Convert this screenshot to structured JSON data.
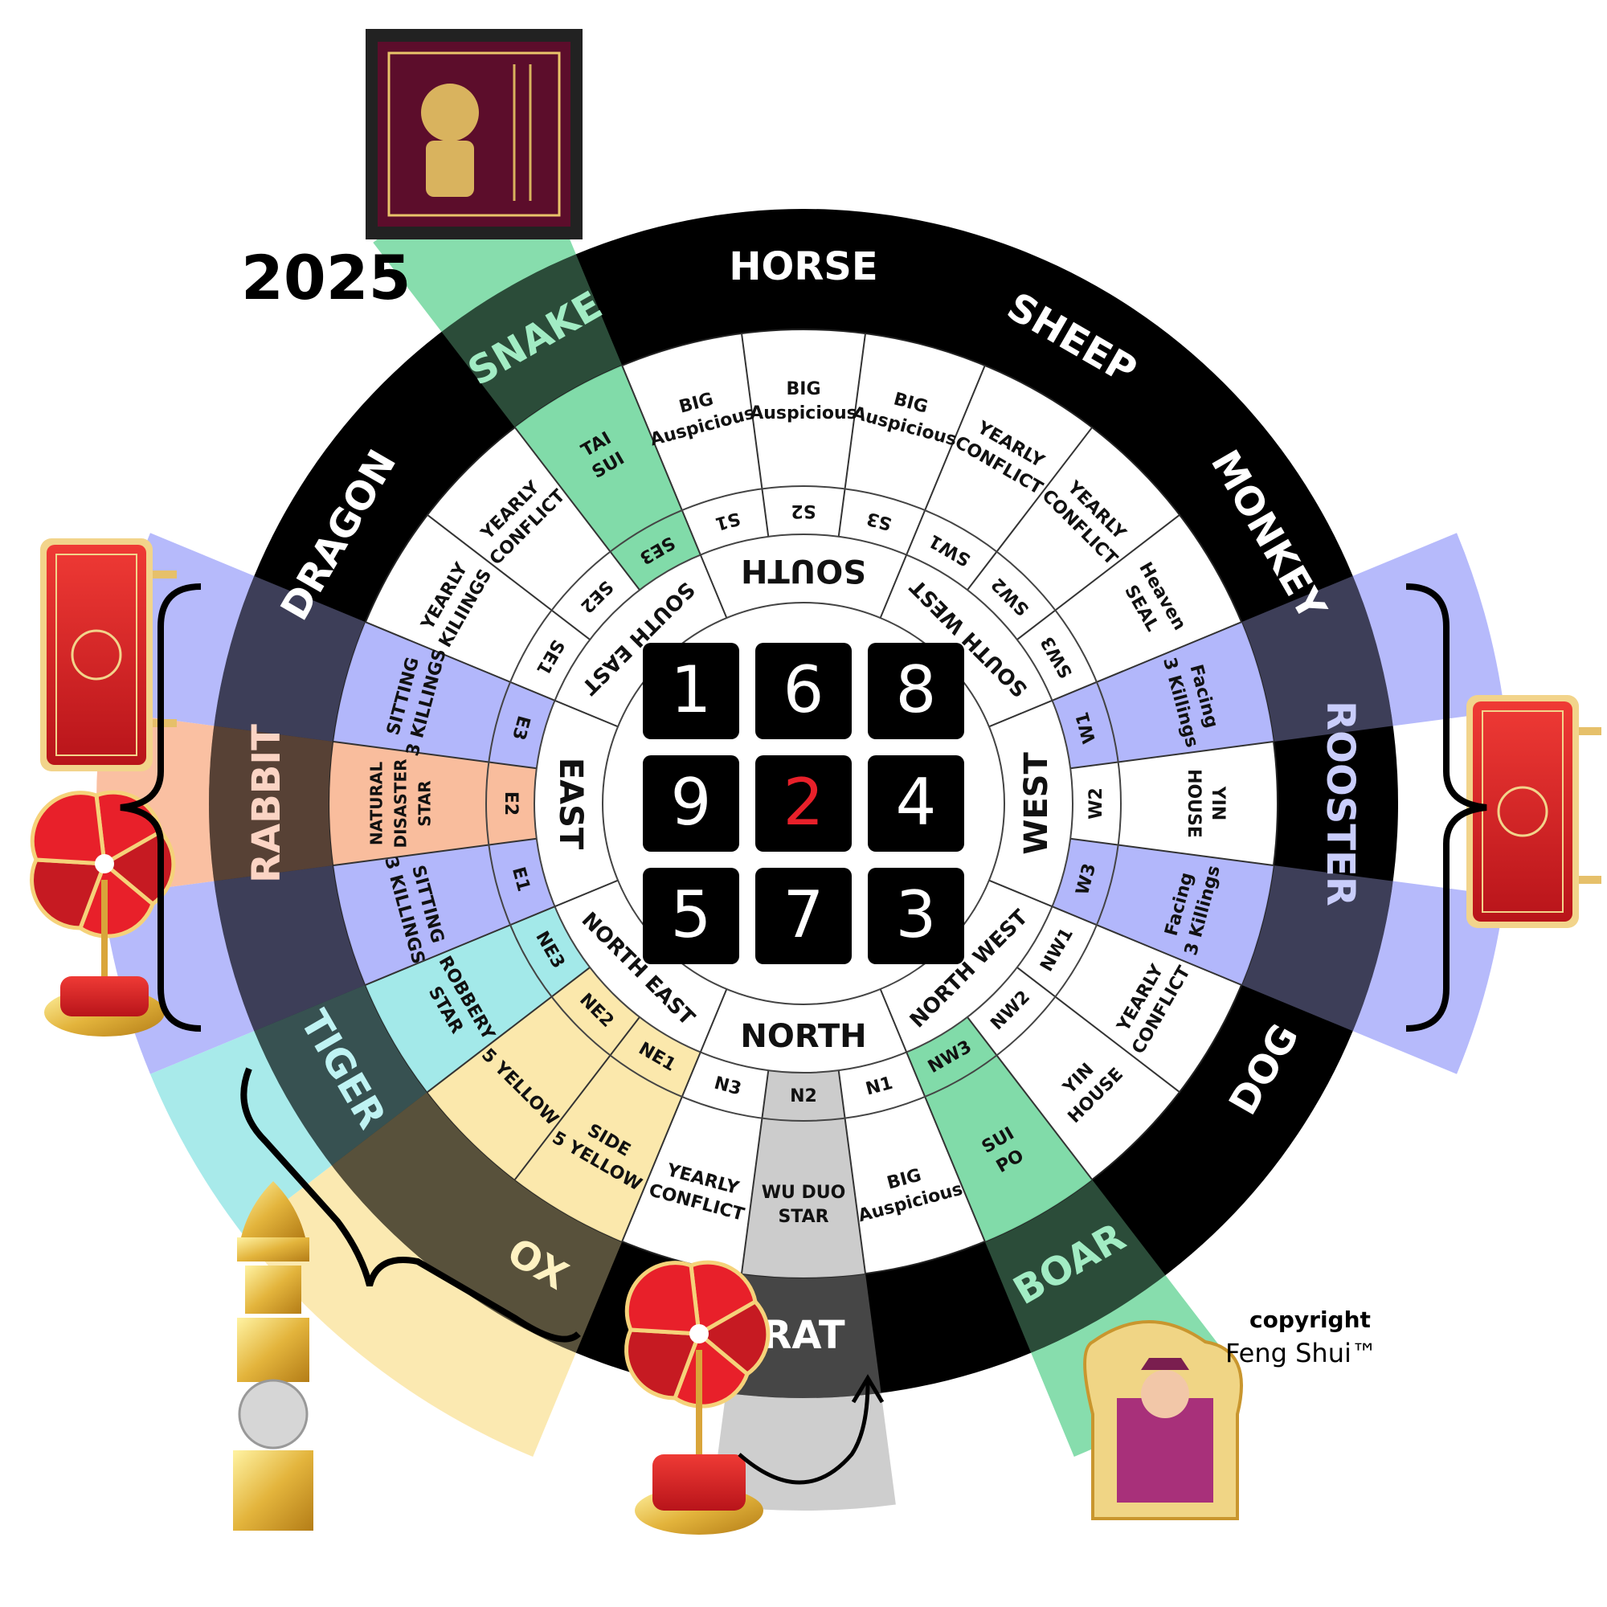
{
  "year_label": "2025",
  "copyright": {
    "line1": "copyright",
    "line2": "Feng Shui™"
  },
  "animals": [
    {
      "name": "HORSE",
      "deg": 0,
      "color": "#ffffff"
    },
    {
      "name": "SHEEP",
      "deg": 30,
      "color": "#ffffff"
    },
    {
      "name": "MONKEY",
      "deg": 60,
      "color": "#ffffff"
    },
    {
      "name": "ROOSTER",
      "deg": 90,
      "color": "#c9cdfb"
    },
    {
      "name": "DOG",
      "deg": 120,
      "color": "#ffffff"
    },
    {
      "name": "BOAR",
      "deg": 150,
      "color": "#a2ecc4"
    },
    {
      "name": "RAT",
      "deg": 180,
      "color": "#ffffff"
    },
    {
      "name": "OX",
      "deg": 210,
      "color": "#fff2c2"
    },
    {
      "name": "TIGER",
      "deg": 240,
      "color": "#bff3f3"
    },
    {
      "name": "RABBIT",
      "deg": 270,
      "color": "#fbd4c4"
    },
    {
      "name": "DRAGON",
      "deg": 300,
      "color": "#ffffff"
    },
    {
      "name": "SNAKE",
      "deg": 330,
      "color": "#a2ecc4"
    }
  ],
  "sectors": [
    {
      "code": "S1",
      "deg": -15,
      "lines": [
        "BIG",
        "Auspicious"
      ]
    },
    {
      "code": "S2",
      "deg": 0,
      "lines": [
        "BIG",
        "Auspicious"
      ]
    },
    {
      "code": "S3",
      "deg": 15,
      "lines": [
        "BIG",
        "Auspicious"
      ]
    },
    {
      "code": "SW1",
      "deg": 30,
      "lines": [
        "YEARLY",
        "CONFLICT"
      ]
    },
    {
      "code": "SW2",
      "deg": 45,
      "lines": [
        "YEARLY",
        "CONFLICT"
      ]
    },
    {
      "code": "SW3",
      "deg": 60,
      "lines": [
        "Heaven",
        "SEAL"
      ]
    },
    {
      "code": "W1",
      "deg": 75,
      "lines": [
        "Facing",
        "3 Killings"
      ]
    },
    {
      "code": "W2",
      "deg": 90,
      "lines": [
        "YIN",
        "HOUSE"
      ]
    },
    {
      "code": "W3",
      "deg": 105,
      "lines": [
        "Facing",
        "3 Killings"
      ]
    },
    {
      "code": "NW1",
      "deg": 120,
      "lines": [
        "YEARLY",
        "CONFLICT"
      ]
    },
    {
      "code": "NW2",
      "deg": 135,
      "lines": [
        "YIN",
        "HOUSE"
      ]
    },
    {
      "code": "NW3",
      "deg": 150,
      "lines": [
        "SUI",
        "PO"
      ]
    },
    {
      "code": "N1",
      "deg": 165,
      "lines": [
        "BIG",
        "Auspicious"
      ]
    },
    {
      "code": "N2",
      "deg": 180,
      "lines": [
        "WU DUO",
        "STAR"
      ]
    },
    {
      "code": "N3",
      "deg": 195,
      "lines": [
        "YEARLY",
        "CONFLICT"
      ]
    },
    {
      "code": "NE1",
      "deg": 210,
      "lines": [
        "SIDE",
        "5 YELLOW"
      ]
    },
    {
      "code": "NE2",
      "deg": 225,
      "lines": [
        "5 YELLOW"
      ]
    },
    {
      "code": "NE3",
      "deg": 240,
      "lines": [
        "ROBBERY",
        "STAR"
      ]
    },
    {
      "code": "E1",
      "deg": 255,
      "lines": [
        "SITTING",
        "3 KILLINGS"
      ]
    },
    {
      "code": "E2",
      "deg": 270,
      "lines": [
        "NATURAL",
        "DISASTER",
        "STAR"
      ]
    },
    {
      "code": "E3",
      "deg": 285,
      "lines": [
        "SITTING",
        "3 KILLINGS"
      ]
    },
    {
      "code": "SE1",
      "deg": 300,
      "lines": [
        "YEARLY",
        "KILIINGS"
      ]
    },
    {
      "code": "SE2",
      "deg": 315,
      "lines": [
        "YEARLY",
        "CONFLICT"
      ]
    },
    {
      "code": "SE3",
      "deg": 330,
      "lines": [
        "TAI",
        "SUI"
      ]
    }
  ],
  "directions": [
    {
      "name": "SOUTH",
      "deg": 0
    },
    {
      "name": "SOUTH WEST",
      "deg": 45
    },
    {
      "name": "WEST",
      "deg": 90
    },
    {
      "name": "NORTH WEST",
      "deg": 135
    },
    {
      "name": "NORTH",
      "deg": 180
    },
    {
      "name": "NORTH EAST",
      "deg": 225
    },
    {
      "name": "EAST",
      "deg": 270
    },
    {
      "name": "SOUTH EAST",
      "deg": 315
    }
  ],
  "flying_stars": {
    "grid": [
      [
        "1",
        "6",
        "8"
      ],
      [
        "9",
        "2",
        "4"
      ],
      [
        "5",
        "7",
        "3"
      ]
    ],
    "center_color": "#e8202a"
  },
  "colors": {
    "facing_killings": "#aeb3fb",
    "sitting_killings": "#aeb3fb",
    "natural_disaster": "#f9b998",
    "robbery": "#9ee8e8",
    "five_yellow": "#fbe7a8",
    "tai_sui": "#7ad9a4",
    "wu_duo": "#c9c9c9",
    "ring_black": "#000000"
  },
  "icons": [
    "tai-sui-plaque-icon",
    "tai-sui-amulet-icon",
    "pinwheel-icon",
    "pagoda-icon",
    "red-plaque-icon",
    "arrow-icon",
    "brace-icon"
  ]
}
